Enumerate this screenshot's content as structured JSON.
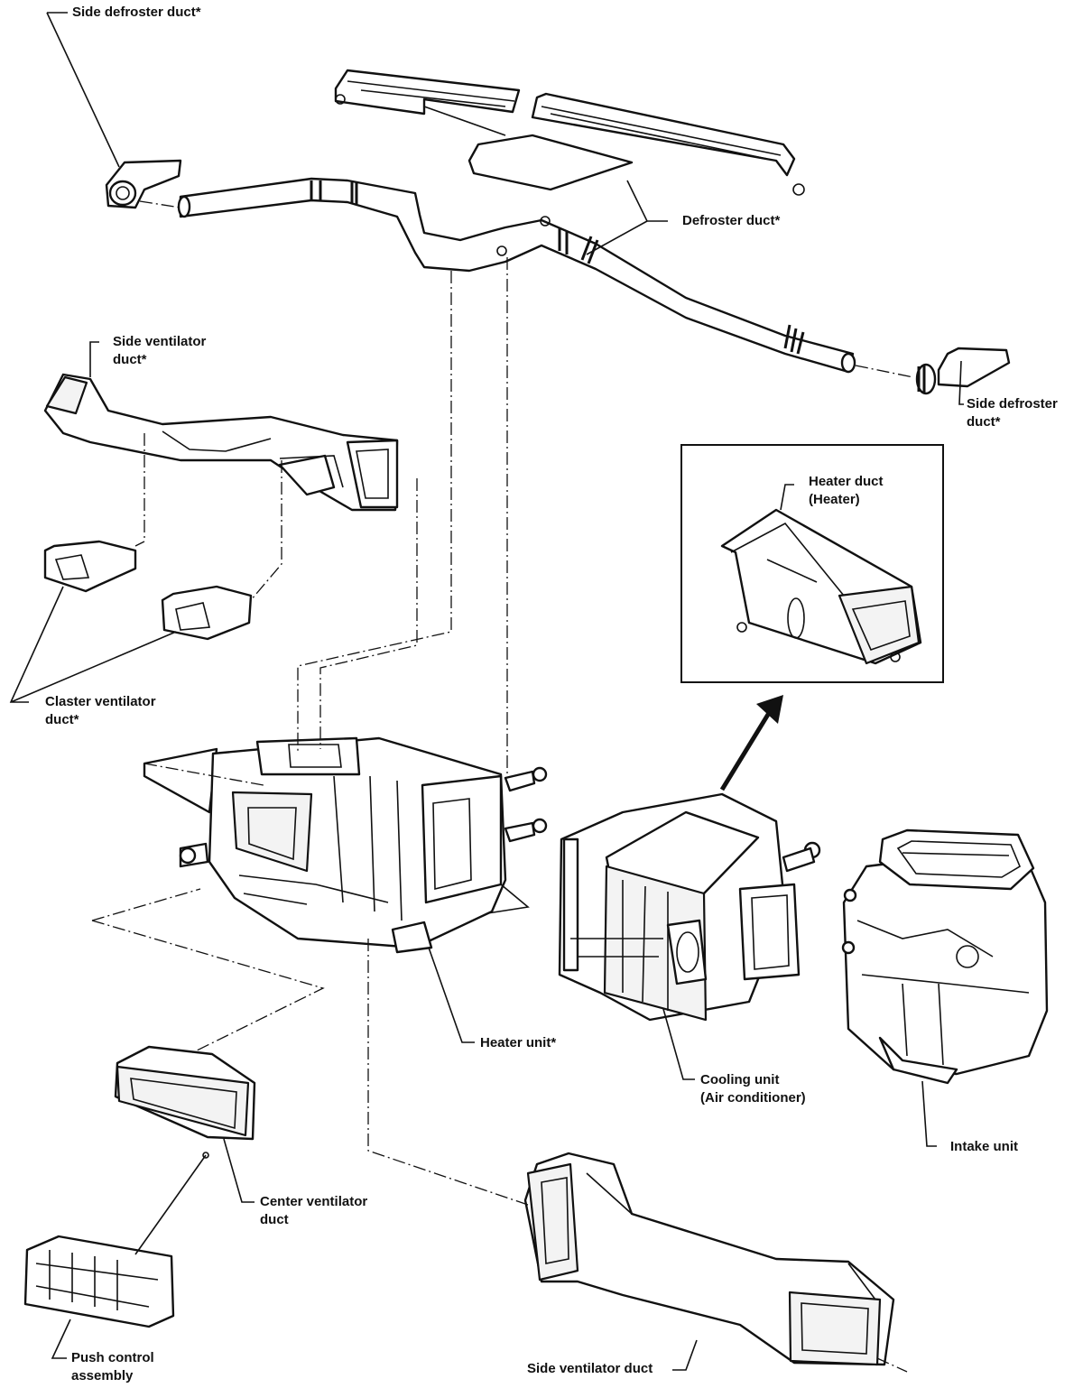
{
  "labels": {
    "side_defroster_duct_left": "Side defroster duct*",
    "defroster_duct": "Defroster duct*",
    "side_defroster_duct_right_line1": "Side defroster",
    "side_defroster_duct_right_line2": "duct*",
    "side_ventilator_duct_upper_line1": "Side ventilator",
    "side_ventilator_duct_upper_line2": "duct*",
    "heater_duct_line1": "Heater duct",
    "heater_duct_line2": "(Heater)",
    "cluster_ventilator_duct_line1": "Claster ventilator",
    "cluster_ventilator_duct_line2": "duct*",
    "heater_unit": "Heater unit*",
    "cooling_unit_line1": "Cooling unit",
    "cooling_unit_line2": "(Air conditioner)",
    "intake_unit": "Intake unit",
    "center_ventilator_duct_line1": "Center ventilator",
    "center_ventilator_duct_line2": "duct",
    "push_control_line1": "Push control",
    "push_control_line2": "assembly",
    "side_ventilator_duct_lower": "Side ventilator duct"
  }
}
